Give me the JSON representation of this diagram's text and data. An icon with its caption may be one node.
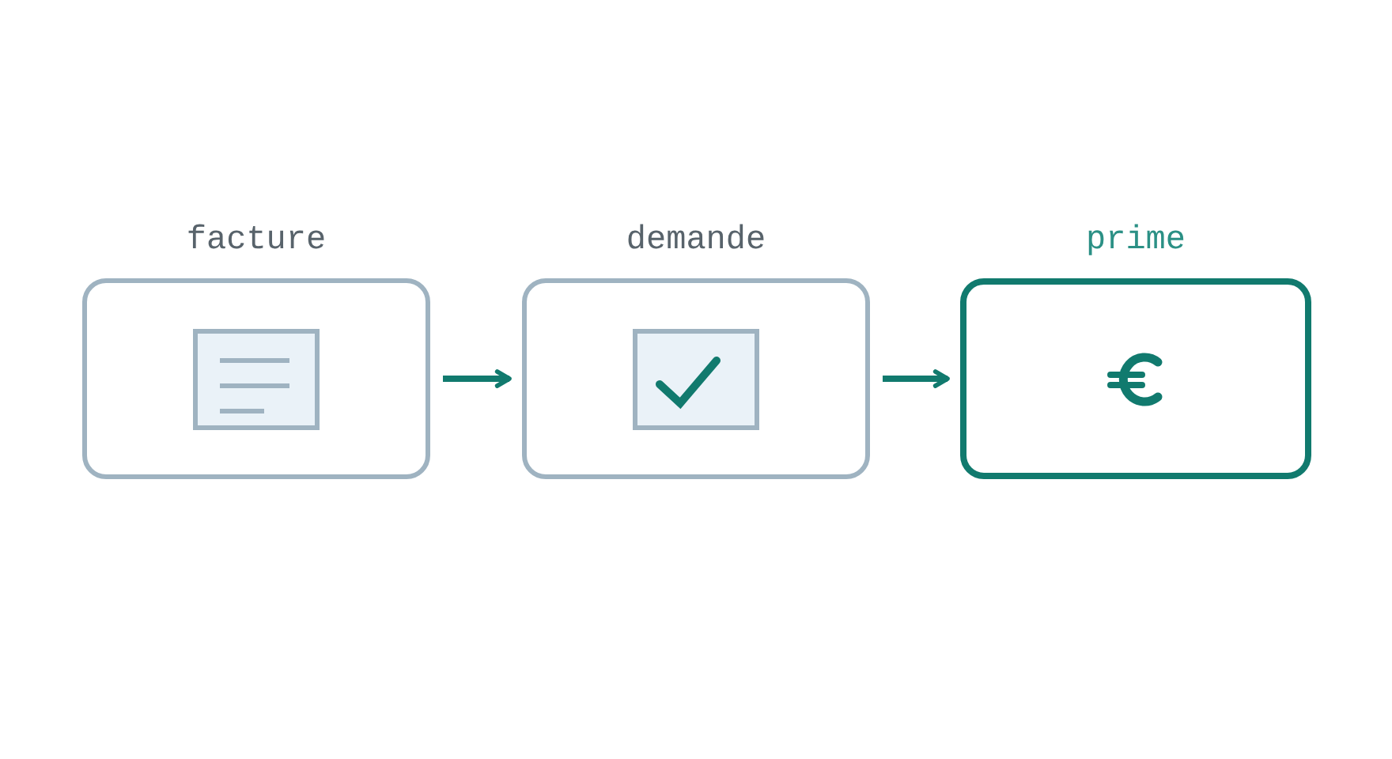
{
  "diagram": {
    "nodes": [
      {
        "text": [
          "facture"
        ]
      },
      {
        "text": [
          "demande"
        ]
      },
      {
        "text": [
          "prime"
        ]
      }
    ],
    "edges": [
      {
        "from": 0,
        "to": 1,
        "arrow": "to"
      },
      {
        "from": 1,
        "to": 2,
        "arrow": "to"
      }
    ]
  }
}
